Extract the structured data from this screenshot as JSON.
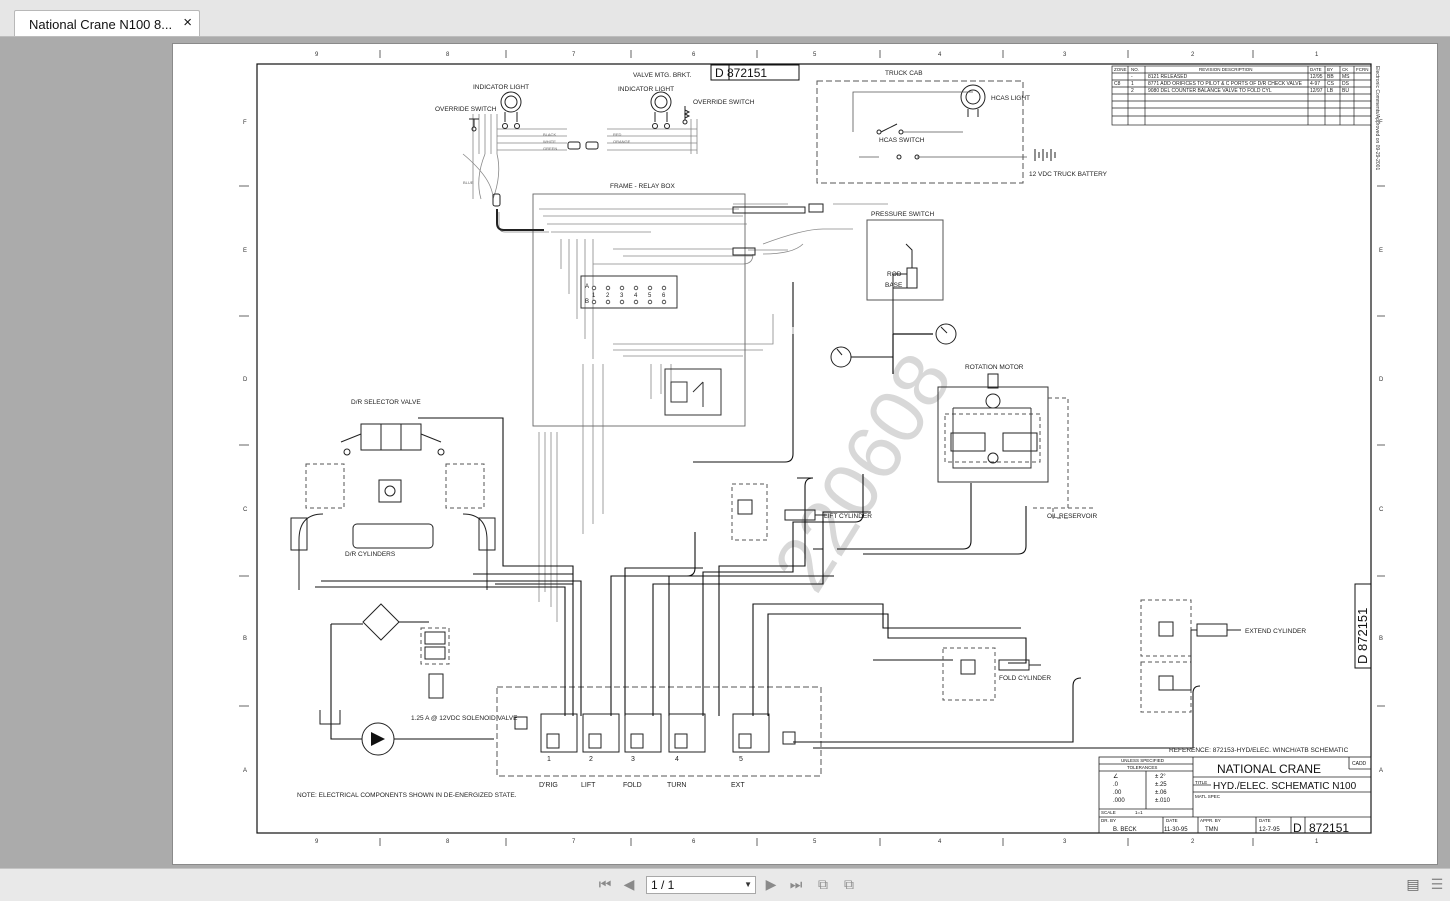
{
  "tab": {
    "title": "National Crane N100 8...",
    "close": "×"
  },
  "drawing": {
    "zones_top": [
      "9",
      "8",
      "7",
      "6",
      "5",
      "4",
      "3",
      "2",
      "1"
    ],
    "zones_side": [
      "F",
      "E",
      "D",
      "C",
      "B",
      "A"
    ],
    "header_code": "D 872151",
    "side_code": "D 872151",
    "watermark": "220608",
    "approval_stamp": "Electronic Comments/Approved on 09-29-2001",
    "labels": {
      "valve_mtg": "VALVE MTG. BRKT.",
      "indicator_light": "INDICATOR LIGHT",
      "override_switch": "OVERRIDE SWITCH",
      "truck_cab": "TRUCK CAB",
      "hcas_light": "HCAS LIGHT",
      "hcas_switch": "HCAS SWITCH",
      "battery": "12 VDC TRUCK BATTERY",
      "frame_relay": "FRAME - RELAY BOX",
      "pressure_switch": "PRESSURE SWITCH",
      "rod": "ROD",
      "base": "BASE",
      "rotation_motor": "ROTATION MOTOR",
      "dr_selector": "D/R SELECTOR VALVE",
      "dr_cylinders": "D/R CYLINDERS",
      "lift_cylinder": "LIFT CYLINDER",
      "oil_reservoir": "OIL RESERVOIR",
      "extend_cylinder": "EXTEND CYLINDER",
      "fold_cylinder": "FOLD CYLINDER",
      "solenoid": "1.25 A @ 12VDC SOLENOID VALVE",
      "note": "NOTE: ELECTRICAL COMPONENTS SHOWN IN DE-ENERGIZED STATE.",
      "reference": "REFERENCE: 872153-HYD/ELEC. WINCH/ATB SCHEMATIC",
      "valves": [
        "D'RIG",
        "LIFT",
        "FOLD",
        "TURN",
        "EXT"
      ],
      "valve_nums": [
        "1",
        "2",
        "3",
        "4",
        "5"
      ]
    },
    "revision_table": {
      "headers": [
        "ZONE",
        "NO.",
        "REVISION DESCRIPTION",
        "DATE",
        "BY",
        "CK",
        "FCRN"
      ],
      "rows": [
        [
          "",
          "-",
          "8121 RELEASED",
          "12/95",
          "BB",
          "MS",
          ""
        ],
        [
          "C8",
          "1",
          "8771 ADD ORIFICES TO PILOT & C PORTS OF D/R CHECK VALVE",
          "4-97",
          "CS",
          "DS",
          ""
        ],
        [
          "",
          "2",
          "9080 DEL COUNTER BALANCE VALVE TO FOLD CYL",
          "12/97",
          "LB",
          "BU",
          ""
        ]
      ]
    },
    "title_block": {
      "company": "NATIONAL CRANE",
      "cadd": "CADD",
      "title_label": "TITLE",
      "title": "HYD./ELEC. SCHEMATIC N100",
      "matl": "MATL SPEC",
      "unless": "UNLESS SPECIFIED",
      "tolerances": "TOLERANCES",
      "tol_rows": [
        [
          "∠",
          "± 2°"
        ],
        [
          ".0",
          "±.25"
        ],
        [
          ".00",
          "±.06"
        ],
        [
          ".000",
          "±.010"
        ]
      ],
      "scale_label": "SCALE",
      "scale": "1=1",
      "dr_by_label": "DR. BY",
      "dr_by": "B. BECK",
      "date_label": "DATE",
      "date1": "11-30-95",
      "appr_label": "APPR. BY",
      "appr": "TMN",
      "date2": "12-7-95",
      "size": "D",
      "number": "872151"
    },
    "wire_labels": [
      "BLACK",
      "WHITE",
      "GREEN",
      "RED",
      "ORANGE",
      "BLUE"
    ]
  },
  "toolbar": {
    "page_value": "1 / 1"
  }
}
